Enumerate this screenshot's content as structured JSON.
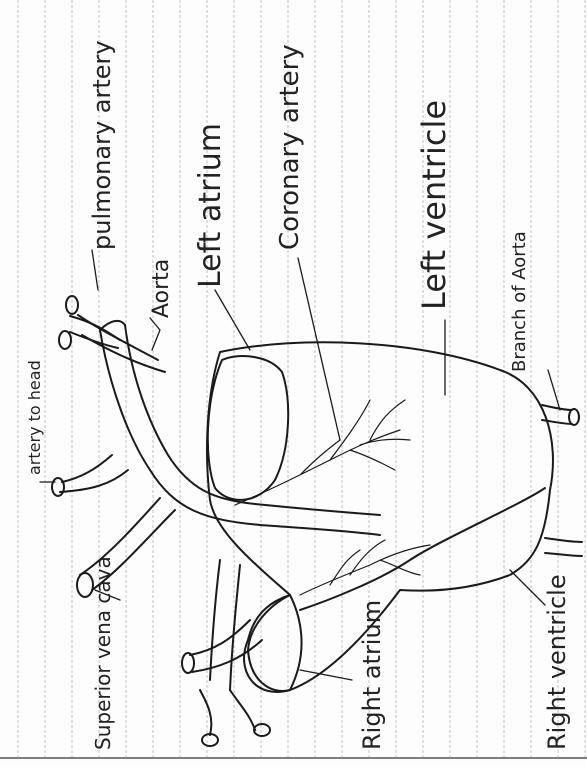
{
  "labels": {
    "artery_to_head": "artery to head",
    "pulmonary_artery": "pulmonary artery",
    "aorta": "Aorta",
    "left_atrium": "Left atrium",
    "coronary_artery": "Coronary artery",
    "left_ventricle": "Left ventricle",
    "branch_of_aorta": "Branch of Aorta",
    "superior_vena_cava": "Superior vena cava",
    "right_atrium": "Right atrium",
    "right_ventricle": "Right ventricle"
  },
  "colors": {
    "ink": "#1a1a1a",
    "rule": "#c4c4c4",
    "paper": "#fdfdfd"
  }
}
